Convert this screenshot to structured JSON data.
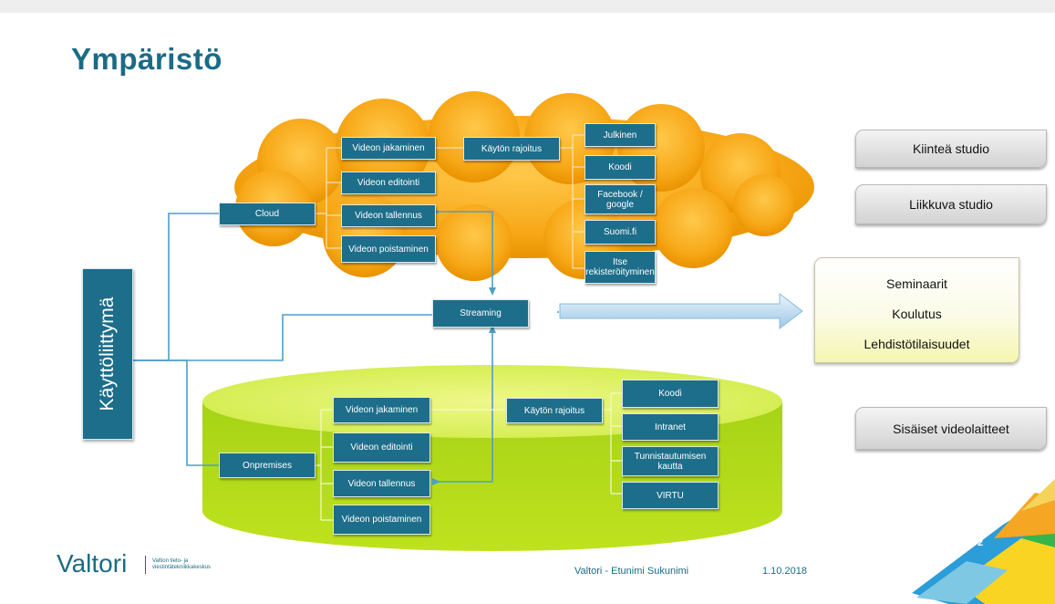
{
  "slide": {
    "title": "Ympäristö",
    "left_label": "Käyttöliittymä",
    "cloud_section": {
      "root": "Cloud",
      "actions": [
        "Videon jakaminen",
        "Videon editointi",
        "Videon tallennus",
        "Videon poistaminen"
      ],
      "restriction": "Käytön rajoitus",
      "options": [
        "Julkinen",
        "Koodi",
        "Facebook / google",
        "Suomi.fi",
        "Itse rekisteröityminen"
      ]
    },
    "streaming": "Streaming",
    "onprem_section": {
      "root": "Onpremises",
      "actions": [
        "Videon jakaminen",
        "Videon editointi",
        "Videon tallennus",
        "Videon poistaminen"
      ],
      "restriction": "Käytön rajoitus",
      "options": [
        "Koodi",
        "Intranet",
        "Tunnistautumisen kautta",
        "VIRTU"
      ]
    },
    "studios": [
      "Kiinteä studio",
      "Liikkuva studio"
    ],
    "events": [
      "Seminaarit",
      "Koulutus",
      "Lehdistötilaisuudet"
    ],
    "internal_devices": "Sisäiset videolaitteet",
    "footer": {
      "logo": "Valtori",
      "logo_subtitle": "Valtion tieto- ja viestintätekniikkakeskus",
      "author": "Valtori - Etunimi Sukunimi",
      "date": "1.10.2018",
      "page": "2"
    },
    "colors": {
      "box": "#1d6e8a",
      "title": "#1a6b85",
      "cloud": "#f7a818",
      "cylinder": "#b4dc18"
    }
  }
}
